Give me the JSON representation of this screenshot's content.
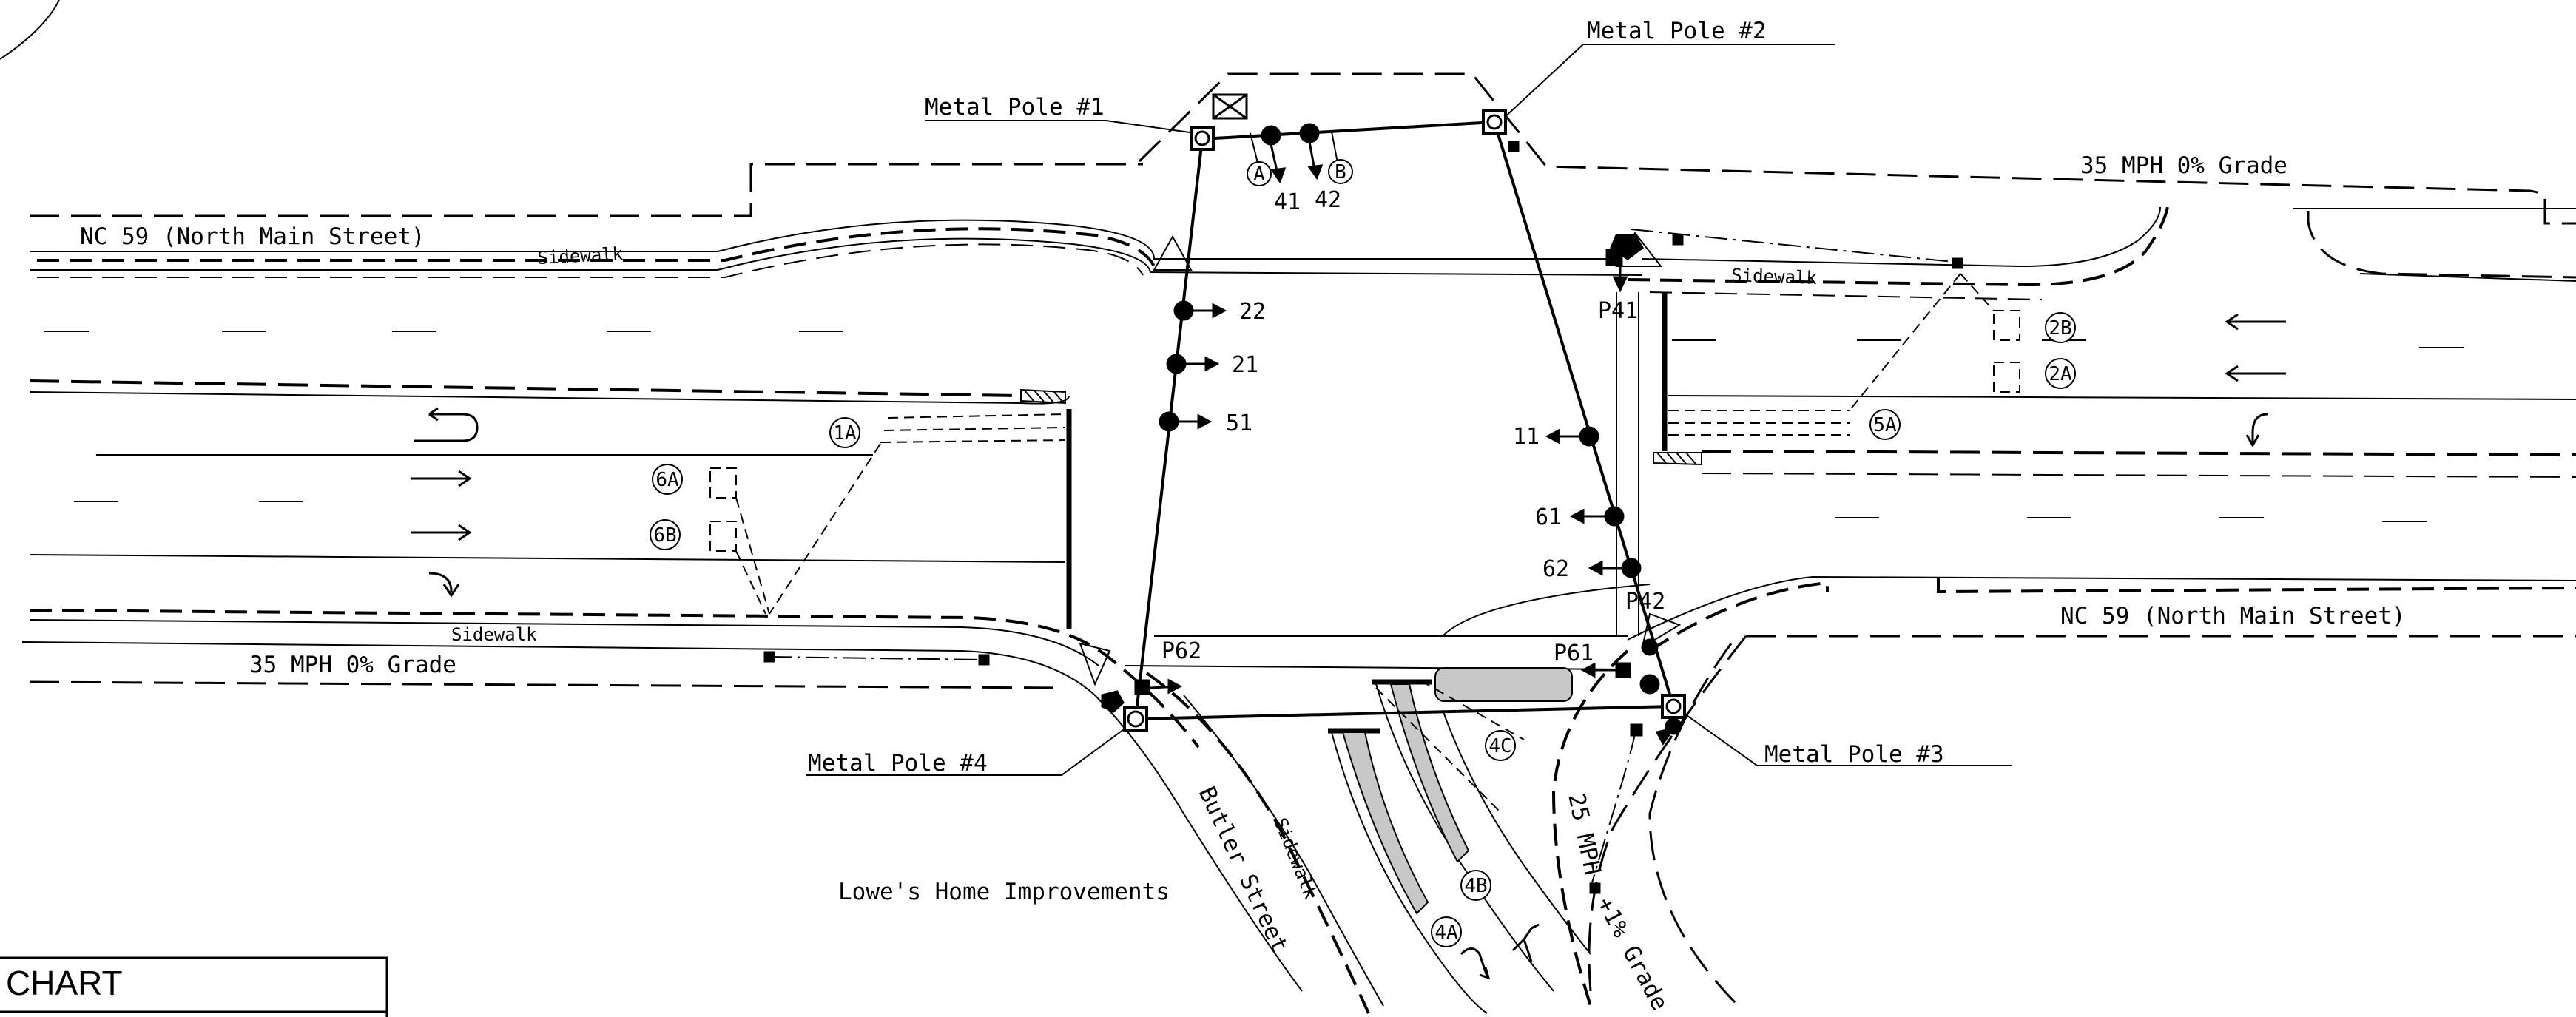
{
  "streets": {
    "main_west": "NC 59 (North Main Street)",
    "main_east": "NC 59 (North Main Street)",
    "side": "Butler Street"
  },
  "speeds": {
    "east_approach": "35 MPH  0% Grade",
    "west_approach": "35 MPH  0% Grade",
    "south_speed": "25 MPH",
    "south_grade": "+1% Grade"
  },
  "sidewalks": [
    "Sidewalk",
    "Sidewalk",
    "Sidewalk",
    "Sidewalk"
  ],
  "business": "Lowe's Home Improvements",
  "poles": [
    "Metal Pole #1",
    "Metal Pole #2",
    "Metal Pole #3",
    "Metal Pole #4"
  ],
  "signal_heads": [
    "22",
    "21",
    "51",
    "11",
    "61",
    "62",
    "41",
    "42"
  ],
  "pedestrian_heads": [
    "P41",
    "P42",
    "P61",
    "P62"
  ],
  "detectors": [
    "A",
    "B",
    "1A",
    "2A",
    "2B",
    "5A",
    "6A",
    "6B",
    "4A",
    "4B",
    "4C"
  ],
  "legend": {
    "title": "CHART"
  },
  "colors": {
    "line": "#000000",
    "island_fill": "#c8c8c8",
    "background": "#ffffff"
  }
}
